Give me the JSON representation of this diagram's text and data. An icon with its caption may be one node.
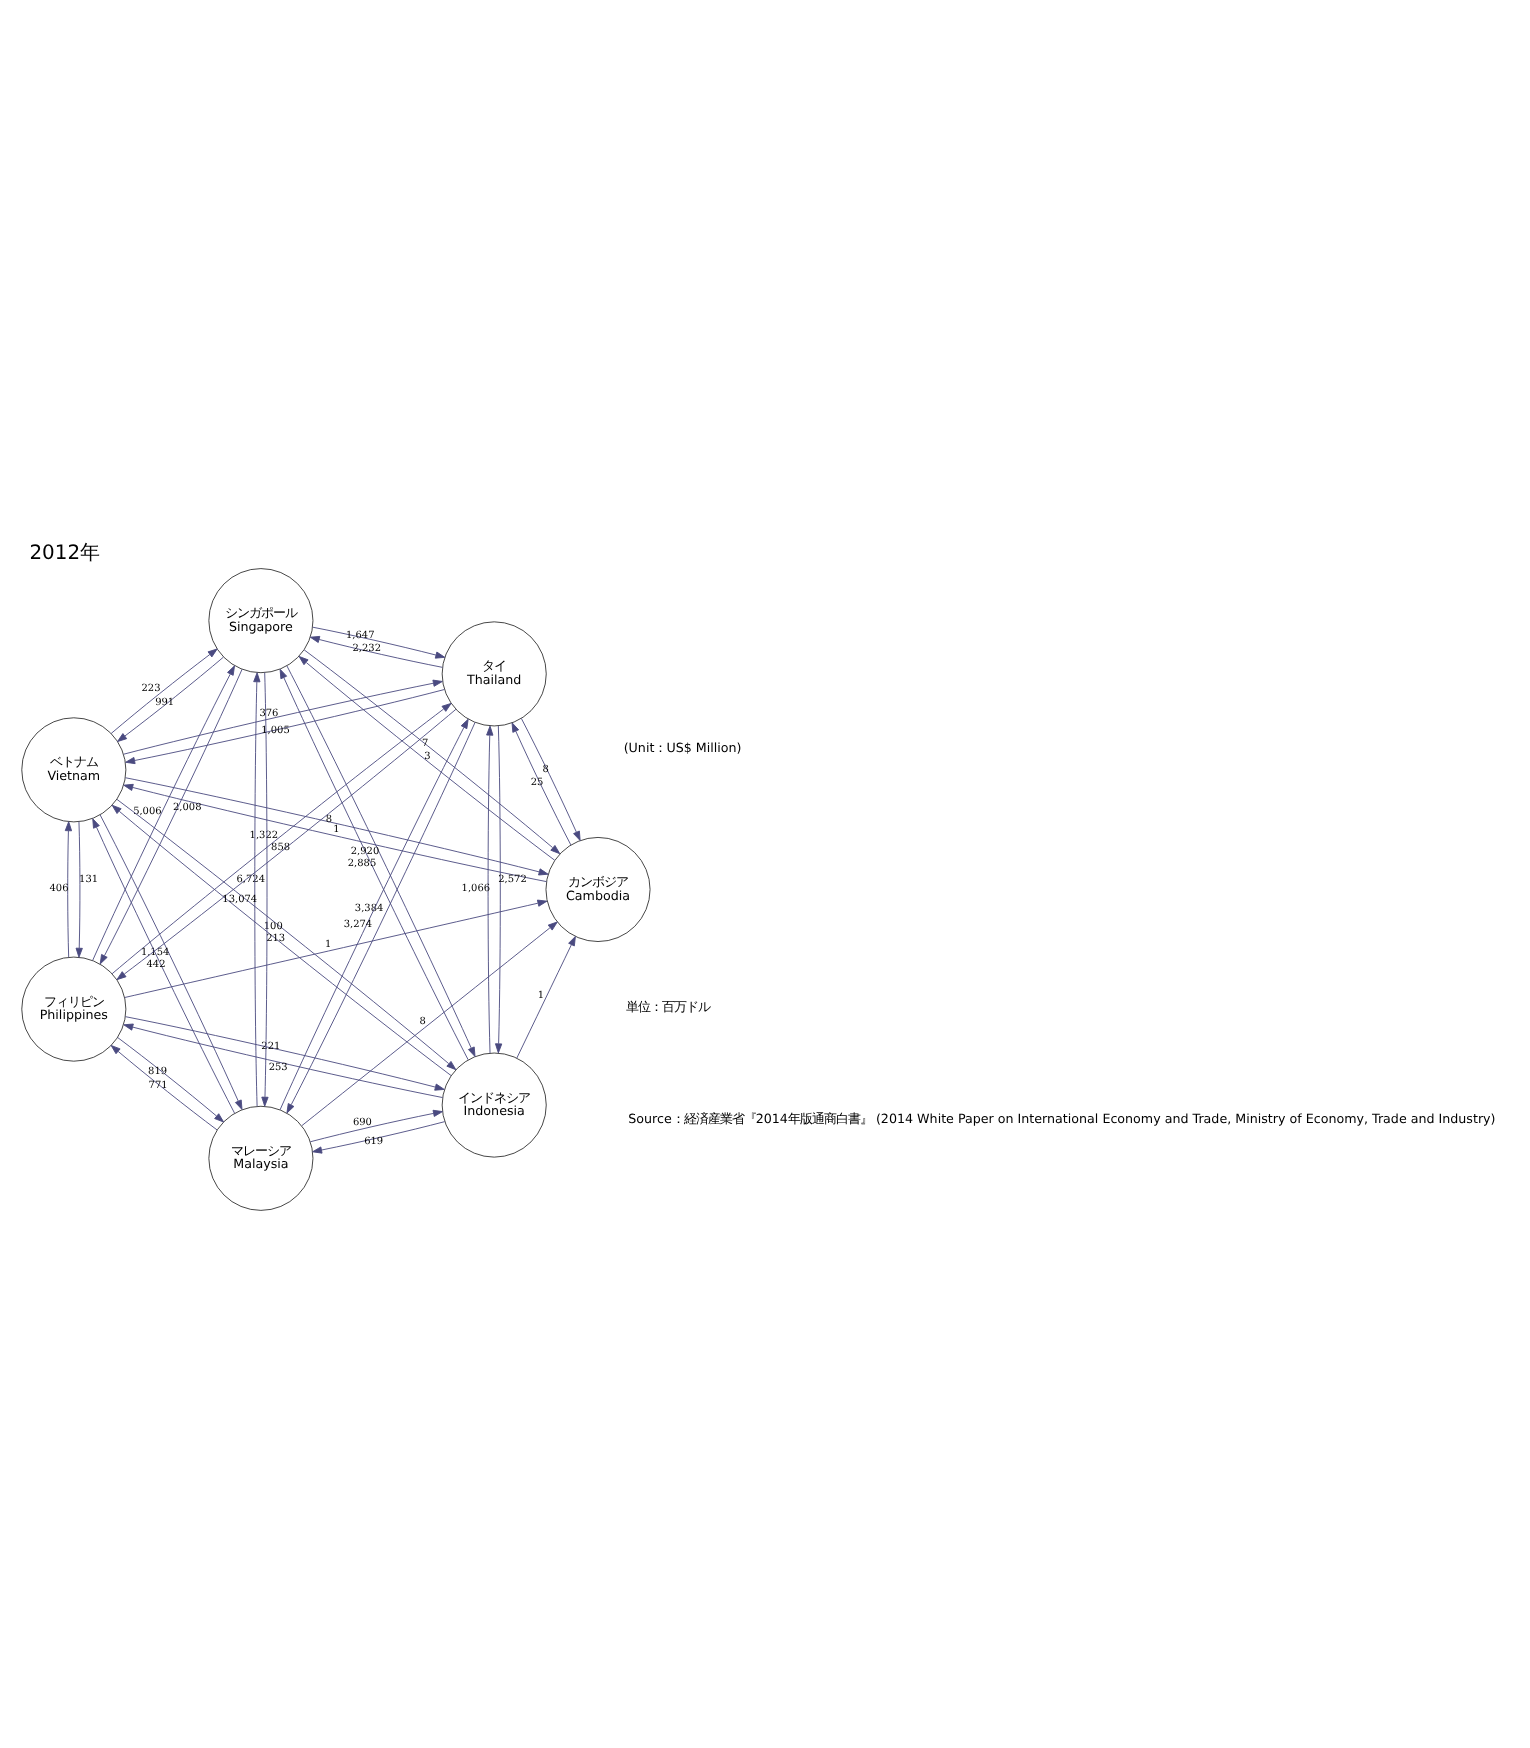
{
  "diagram": {
    "title": "2012年",
    "nodes": [
      {
        "text": [
          "インドネシア",
          "Indonesia"
        ]
      },
      {
        "text": [
          "カンボジア",
          "Cambodia"
        ]
      },
      {
        "text": [
          "フィリピン",
          "Philippines"
        ]
      },
      {
        "text": [
          "ベトナム",
          "Vietnam"
        ]
      },
      {
        "text": [
          "シンガポール",
          "Singapore"
        ]
      },
      {
        "text": [
          "タイ",
          "Thailand"
        ]
      },
      {
        "text": [
          "マレーシア",
          "Malaysia"
        ]
      }
    ],
    "edges": [
      {
        "from": 0,
        "to": 1,
        "arrow": "to",
        "label": "1"
      },
      {
        "from": 2,
        "to": 0,
        "arrow": "to",
        "label": "221"
      },
      {
        "from": 0,
        "to": 2,
        "arrow": "to",
        "label": "253"
      },
      {
        "from": 3,
        "to": 0,
        "arrow": "to",
        "label": "100"
      },
      {
        "from": 0,
        "to": 3,
        "arrow": "to",
        "label": "213"
      },
      {
        "from": 5,
        "to": 0,
        "arrow": "to",
        "label": "2,572"
      },
      {
        "from": 0,
        "to": 5,
        "arrow": "to",
        "label": "1,066"
      },
      {
        "from": 6,
        "to": 0,
        "arrow": "to",
        "label": "690"
      },
      {
        "from": 0,
        "to": 6,
        "arrow": "to",
        "label": "619"
      },
      {
        "from": 4,
        "to": 0,
        "arrow": "to",
        "label": "2,920"
      },
      {
        "from": 0,
        "to": 4,
        "arrow": "to",
        "label": "2,885"
      },
      {
        "from": 2,
        "to": 1,
        "arrow": "to",
        "label": "1"
      },
      {
        "from": 4,
        "to": 1,
        "arrow": "to",
        "label": "7"
      },
      {
        "from": 1,
        "to": 4,
        "arrow": "to",
        "label": "3"
      },
      {
        "from": 6,
        "to": 1,
        "arrow": "to",
        "label": "8"
      },
      {
        "from": 3,
        "to": 1,
        "arrow": "to",
        "label": "8"
      },
      {
        "from": 1,
        "to": 3,
        "arrow": "to",
        "label": "1"
      },
      {
        "from": 5,
        "to": 1,
        "arrow": "to",
        "label": "8"
      },
      {
        "from": 1,
        "to": 5,
        "arrow": "to",
        "label": "25"
      },
      {
        "from": 2,
        "to": 3,
        "arrow": "to",
        "label": "406"
      },
      {
        "from": 3,
        "to": 2,
        "arrow": "to",
        "label": "131"
      },
      {
        "from": 4,
        "to": 3,
        "arrow": "to",
        "label": "991"
      },
      {
        "from": 3,
        "to": 4,
        "arrow": "to",
        "label": "223"
      },
      {
        "from": 5,
        "to": 3,
        "arrow": "to",
        "label": "1,005"
      },
      {
        "from": 3,
        "to": 5,
        "arrow": "to",
        "label": "376"
      },
      {
        "from": 6,
        "to": 3,
        "arrow": "to",
        "label": "442"
      },
      {
        "from": 3,
        "to": 6,
        "arrow": "to",
        "label": "1,154"
      },
      {
        "from": 2,
        "to": 5,
        "arrow": "to",
        "label": "1,322"
      },
      {
        "from": 5,
        "to": 2,
        "arrow": "to",
        "label": "858"
      },
      {
        "from": 4,
        "to": 5,
        "arrow": "to",
        "label": "1,647"
      },
      {
        "from": 5,
        "to": 4,
        "arrow": "to",
        "label": "2,232"
      },
      {
        "from": 6,
        "to": 5,
        "arrow": "to",
        "label": "3,274"
      },
      {
        "from": 5,
        "to": 6,
        "arrow": "to",
        "label": "3,384"
      },
      {
        "from": 2,
        "to": 6,
        "arrow": "to",
        "label": "819"
      },
      {
        "from": 6,
        "to": 2,
        "arrow": "to",
        "label": "771"
      },
      {
        "from": 6,
        "to": 4,
        "arrow": "to",
        "label": "13,074"
      },
      {
        "from": 4,
        "to": 6,
        "arrow": "to",
        "label": "6,724"
      },
      {
        "from": 4,
        "to": 2,
        "arrow": "to",
        "label": "2,008"
      },
      {
        "from": 2,
        "to": 4,
        "arrow": "to",
        "label": "5,006"
      }
    ],
    "labels": [
      "単位：百万ドル",
      "(Unit：US$ Million)",
      "Source：経済産業省『2014年版通商白書』 (2014 White Paper on International Economy and Trade, Ministry of Economy, Trade and Industry)"
    ]
  }
}
